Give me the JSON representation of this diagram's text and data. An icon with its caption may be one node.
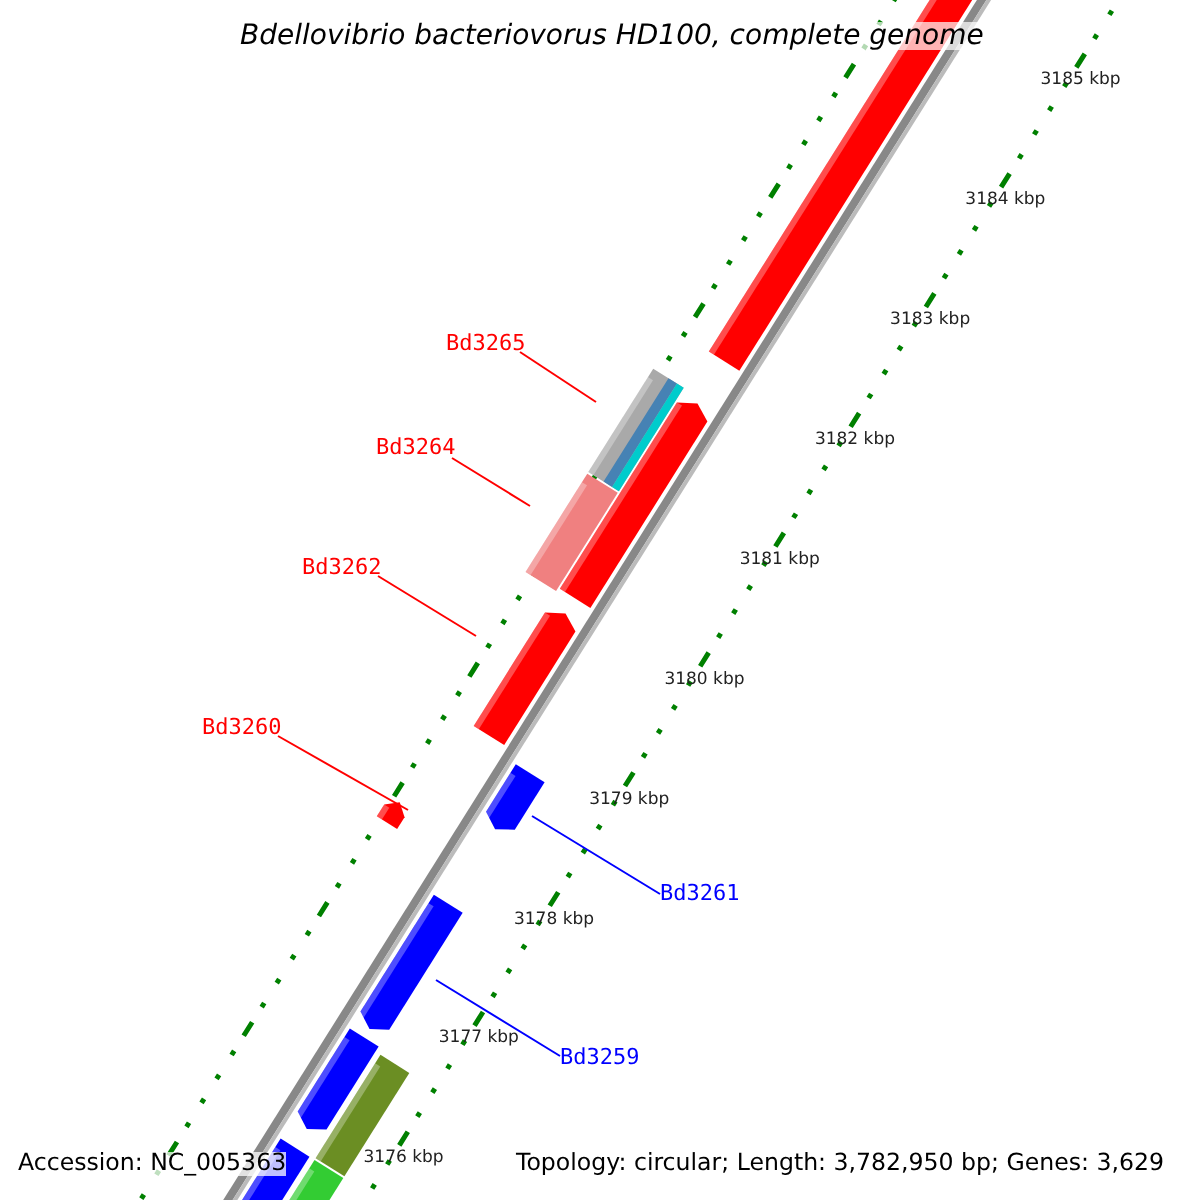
{
  "diagram": {
    "title": "Bdellovibrio bacteriovorus HD100, complete genome",
    "nodes": [
      {
        "text": [
          "Bd3265"
        ]
      },
      {
        "text": [],
        "shape": "bar"
      },
      {
        "text": [
          "Bd3264"
        ]
      },
      {
        "text": [],
        "shape": "bar"
      },
      {
        "text": [
          "Bd3262"
        ]
      },
      {
        "text": [],
        "shape": "bar"
      },
      {
        "text": [
          "Bd3260"
        ]
      },
      {
        "text": [],
        "shape": "bar"
      },
      {
        "text": [
          "Bd3261"
        ]
      },
      {
        "text": [],
        "shape": "bar"
      },
      {
        "text": [
          "Bd3259"
        ]
      },
      {
        "text": [],
        "shape": "bar"
      }
    ],
    "edges": [
      {
        "from": 0,
        "to": 1,
        "arrow": "none",
        "color": "#ff0000"
      },
      {
        "from": 2,
        "to": 3,
        "arrow": "none",
        "color": "#ff0000"
      },
      {
        "from": 4,
        "to": 5,
        "arrow": "none",
        "color": "#ff0000"
      },
      {
        "from": 6,
        "to": 7,
        "arrow": "none",
        "color": "#ff0000"
      },
      {
        "from": 8,
        "to": 9,
        "arrow": "none",
        "color": "#0000ff"
      },
      {
        "from": 10,
        "to": 11,
        "arrow": "none",
        "color": "#0000ff"
      }
    ],
    "labels": [
      "3185 kbp",
      "3184 kbp",
      "3183 kbp",
      "3182 kbp",
      "3181 kbp",
      "3180 kbp",
      "3179 kbp",
      "3178 kbp",
      "3177 kbp",
      "3176 kbp",
      "Accession: NC_005363",
      "Topology: circular; Length: 3,782,950 bp; Genes: 3,629"
    ]
  }
}
